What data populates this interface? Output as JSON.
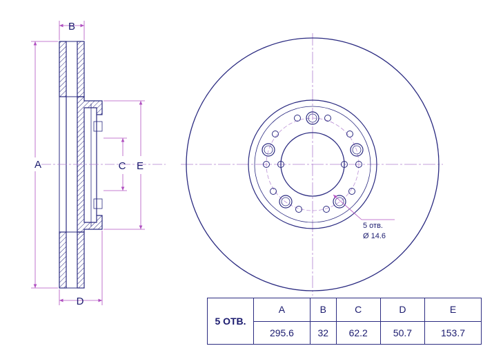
{
  "labels": {
    "a": "A",
    "b": "B",
    "c": "C",
    "d": "D",
    "e": "E"
  },
  "bolt_note": {
    "count": "5 отв.",
    "diameter": "Ø 14.6"
  },
  "table": {
    "holes_label": "5 ОТВ.",
    "headers": [
      "A",
      "B",
      "C",
      "D",
      "E"
    ],
    "values": [
      "295.6",
      "32",
      "62.2",
      "50.7",
      "153.7"
    ]
  },
  "colors": {
    "outline": "#2a2a80",
    "dimension": "#b050c0",
    "centerline": "#b080d0",
    "text": "#1a1a6e"
  }
}
